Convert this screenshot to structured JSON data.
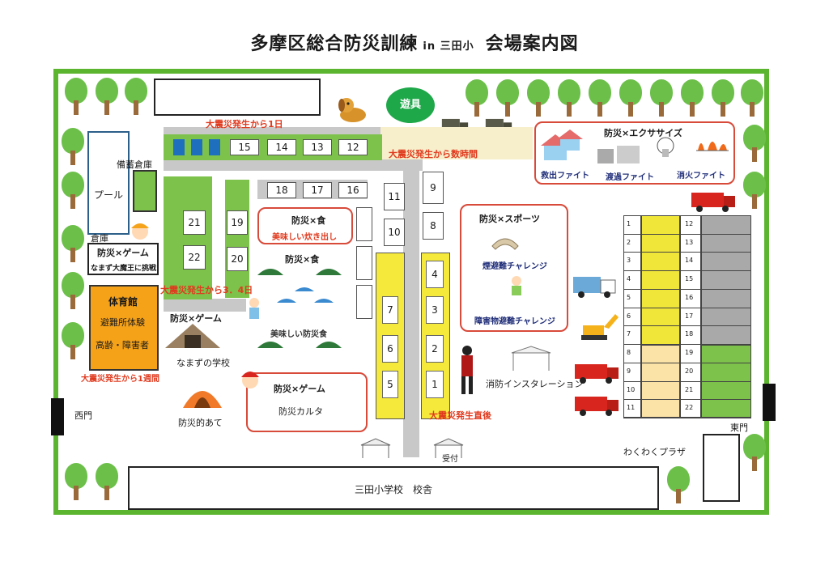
{
  "title": {
    "main1": "多摩区総合防災訓練",
    "in": "in 三田小",
    "main2": "会場案内図"
  },
  "places": {
    "pool": "プール",
    "storage": "備蓄倉庫",
    "warehouse": "倉庫",
    "game_box_line1": "防災×ゲーム",
    "game_box_line2": "なまず大魔王に挑戦",
    "gym_line1": "体育館",
    "gym_line2": "避難所体験",
    "gym_line3": "高齢・障害者",
    "west_gate": "西門",
    "east_gate": "東門",
    "playground": "遊具",
    "school": "三田小学校　校舎",
    "plaza": "わくわくプラザ",
    "reception": "受付"
  },
  "phases": {
    "day1": "大震災発生から1日",
    "hours": "大震災発生から数時間",
    "days34": "大震災発生から3．4日",
    "week1": "大震災発生から1週間",
    "immediate": "大震災発生直後"
  },
  "booths_top": [
    "15",
    "14",
    "13",
    "12"
  ],
  "booths_mid": [
    "18",
    "17",
    "16"
  ],
  "booths_left": [
    "21",
    "22",
    "19",
    "20"
  ],
  "booths_center": [
    "11",
    "10",
    "9",
    "8"
  ],
  "booths_yellow_left": [
    "7",
    "6",
    "5"
  ],
  "booths_yellow_right": [
    "4",
    "3",
    "2",
    "1"
  ],
  "areas": {
    "food1_title": "防災×食",
    "food1_sub": "美味しい炊き出し",
    "food2_title": "防災×食",
    "food2_sub": "美味しい防災食",
    "game2_title": "防災×ゲーム",
    "game2_sub": "なまずの学校",
    "target": "防災的あて",
    "karuta_title": "防災×ゲーム",
    "karuta_sub": "防災カルタ",
    "sports_title": "防災×スポーツ",
    "sports_item1": "煙避難チャレンジ",
    "sports_item2": "障害物避難チャレンジ",
    "exercise_title": "防災×エクササイズ",
    "ex1": "救出ファイト",
    "ex2": "渡過ファイト",
    "ex3": "消火ファイト",
    "fire_installation": "消防インスタレーション"
  },
  "parking_left": [
    "1",
    "2",
    "3",
    "4",
    "5",
    "6",
    "7",
    "8",
    "9",
    "10",
    "11"
  ],
  "parking_right": [
    "12",
    "13",
    "14",
    "15",
    "16",
    "17",
    "18",
    "19",
    "20",
    "21",
    "22"
  ],
  "colors": {
    "grass": "#5cb52f",
    "yellow": "#f5ea3c",
    "road": "#c8c8c8",
    "fire": "#d8261e"
  }
}
